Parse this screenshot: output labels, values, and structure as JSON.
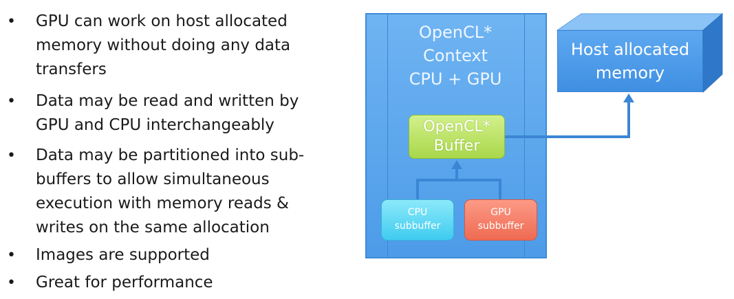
{
  "bullets": [
    {
      "symbol": "•",
      "text": "GPU can work on host allocated\nmemory without doing any data\ntransfers"
    },
    {
      "symbol": "•",
      "text": "Data may be read and written by\nGPU and CPU interchangeably"
    },
    {
      "symbol": "•",
      "text": "Data may be partitioned into sub-\nbuffers to allow simultaneous\nexecution with memory reads &\nwrites on the same allocation"
    },
    {
      "symbol": "•",
      "text": "Images are supported"
    },
    {
      "symbol": "•",
      "text": "Great for performance"
    }
  ],
  "diagram": {
    "context_title": "OpenCL*\nContext\nCPU + GPU",
    "buffer_label": "OpenCL*\nBuffer",
    "cpu_subbuffer_label": "CPU\nsubbuffer",
    "gpu_subbuffer_label": "GPU\nsubbuffer",
    "host_memory_label": "Host allocated\nmemory",
    "colors": {
      "context": "#5aa6ee",
      "buffer": "#b8e05e",
      "cpu_subbuffer": "#4fd0f2",
      "gpu_subbuffer": "#f27a63",
      "host_memory": "#4a99e8",
      "connector": "#3b86d4"
    }
  }
}
